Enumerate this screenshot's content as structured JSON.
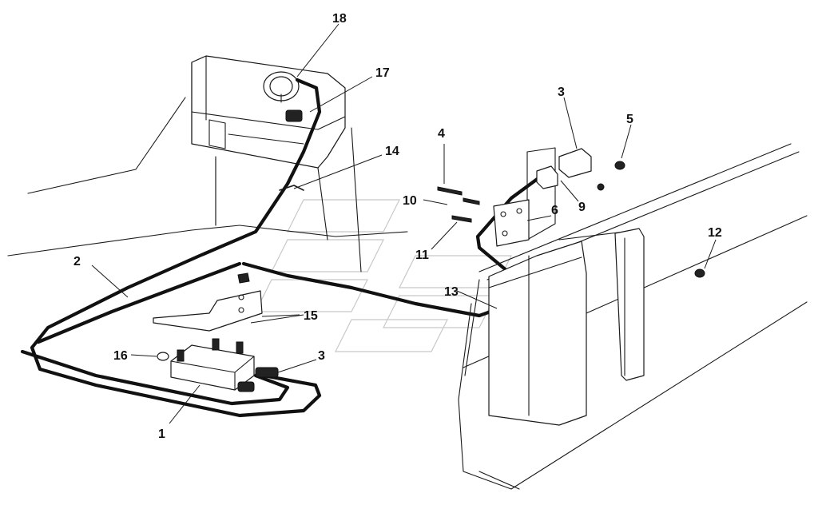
{
  "callouts": [
    {
      "id": "c1",
      "label": "1"
    },
    {
      "id": "c2",
      "label": "2"
    },
    {
      "id": "c3a",
      "label": "3"
    },
    {
      "id": "c3b",
      "label": "3"
    },
    {
      "id": "c4",
      "label": "4"
    },
    {
      "id": "c5",
      "label": "5"
    },
    {
      "id": "c6",
      "label": "6"
    },
    {
      "id": "c9",
      "label": "9"
    },
    {
      "id": "c10",
      "label": "10"
    },
    {
      "id": "c11",
      "label": "11"
    },
    {
      "id": "c12",
      "label": "12"
    },
    {
      "id": "c13",
      "label": "13"
    },
    {
      "id": "c14",
      "label": "14"
    },
    {
      "id": "c15",
      "label": "15"
    },
    {
      "id": "c16",
      "label": "16"
    },
    {
      "id": "c17",
      "label": "17"
    },
    {
      "id": "c18",
      "label": "18"
    }
  ]
}
